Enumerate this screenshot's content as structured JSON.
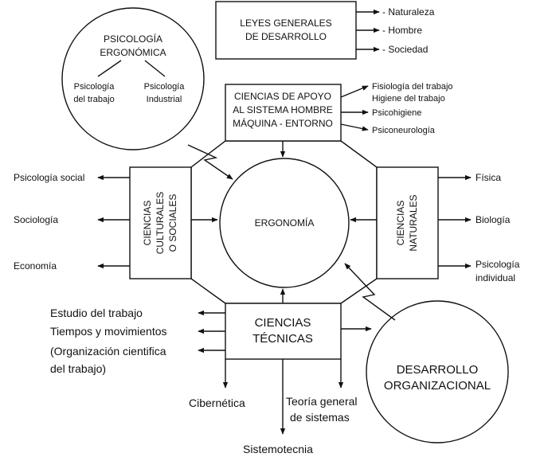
{
  "leyes": {
    "line1": "LEYES GENERALES",
    "line2": "DE DESARROLLO",
    "items": [
      "- Naturaleza",
      "- Hombre",
      "- Sociedad"
    ]
  },
  "psicologia_ergonomica": {
    "title1": "PSICOLOGÍA",
    "title2": "ERGONÓMICA",
    "left1": "Psicología",
    "left2": "del trabajo",
    "right1": "Psicología",
    "right2": "Industrial"
  },
  "apoyo": {
    "line1": "CIENCIAS DE APOYO",
    "line2": "AL SISTEMA HOMBRE",
    "line3": "MÁQUINA - ENTORNO",
    "items": [
      "Fisiología del trabajo",
      "Higiene del trabajo",
      "Psicohigiene",
      "Psiconeurología"
    ]
  },
  "culturales": {
    "line1": "CIENCIAS",
    "line2": "CULTURALES",
    "line3": "O SOCIALES",
    "items": [
      "Psicología social",
      "Sociología",
      "Economía"
    ]
  },
  "naturales": {
    "line1": "CIENCIAS",
    "line2": "NATURALES",
    "items": [
      "Física",
      "Biología",
      "Psicología",
      "individual"
    ]
  },
  "center": {
    "label": "ERGONOMÍA"
  },
  "tecnicas": {
    "line1": "CIENCIAS",
    "line2": "TÉCNICAS",
    "left_items": [
      "Estudio del trabajo",
      "Tiempos y movimientos",
      "(Organización cientifica",
      "del trabajo)"
    ],
    "bottom_items": [
      "Cibernética",
      "Teoría general",
      "de sistemas",
      "Sistemotecnia"
    ]
  },
  "desarrollo": {
    "line1": "DESARROLLO",
    "line2": "ORGANIZACIONAL"
  }
}
